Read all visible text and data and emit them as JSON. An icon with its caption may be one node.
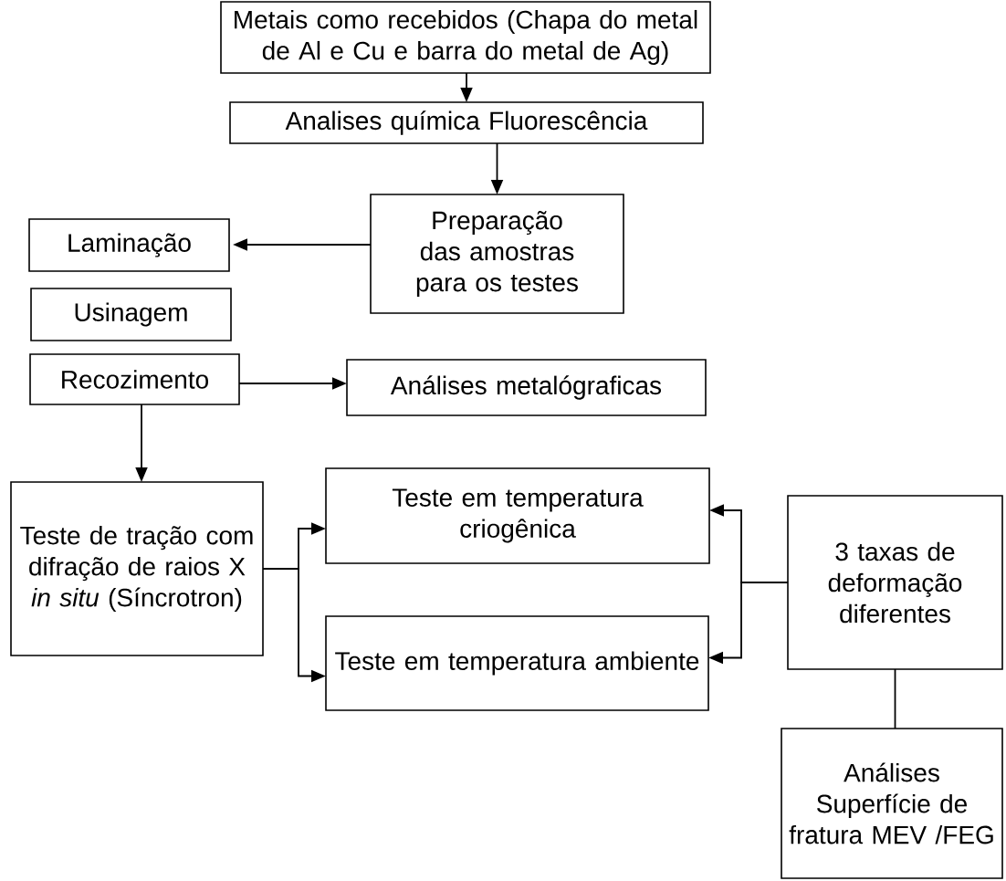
{
  "diagram": {
    "nodes": [
      {
        "text": [
          "Metais como recebidos (Chapa do metal de Al e Cu e barra do metal de Ag)"
        ]
      },
      {
        "text": [
          "Analises química Fluorescência"
        ]
      },
      {
        "text": [
          "Preparação das amostras para os testes"
        ]
      },
      {
        "text": [
          "Laminação"
        ]
      },
      {
        "text": [
          "Usinagem"
        ]
      },
      {
        "text": [
          "Recozimento"
        ]
      },
      {
        "text": [
          "Análises metalógraficas"
        ]
      },
      {
        "text": [
          "Teste de tração com difração de raios X *in situ* (Síncrotron)"
        ]
      },
      {
        "text": [
          "Teste em temperatura criogênica"
        ]
      },
      {
        "text": [
          "Teste em temperatura ambiente"
        ]
      },
      {
        "text": [
          "3 taxas de deformação diferentes"
        ]
      },
      {
        "text": [
          "Análises Superfície de fratura MEV /FEG"
        ]
      }
    ],
    "edges": [
      {
        "from": 0,
        "to": 1,
        "arrow": "to"
      },
      {
        "from": 1,
        "to": 2,
        "arrow": "to"
      },
      {
        "from": 2,
        "to": 3,
        "arrow": "to"
      },
      {
        "from": 5,
        "to": 6,
        "arrow": "to"
      },
      {
        "from": 5,
        "to": 7,
        "arrow": "to"
      },
      {
        "from": 7,
        "to": 8,
        "arrow": "to"
      },
      {
        "from": 7,
        "to": 9,
        "arrow": "to"
      },
      {
        "from": 10,
        "to": 8,
        "arrow": "to"
      },
      {
        "from": 10,
        "to": 9,
        "arrow": "to"
      },
      {
        "from": 10,
        "to": 11,
        "arrow": "none"
      }
    ]
  }
}
